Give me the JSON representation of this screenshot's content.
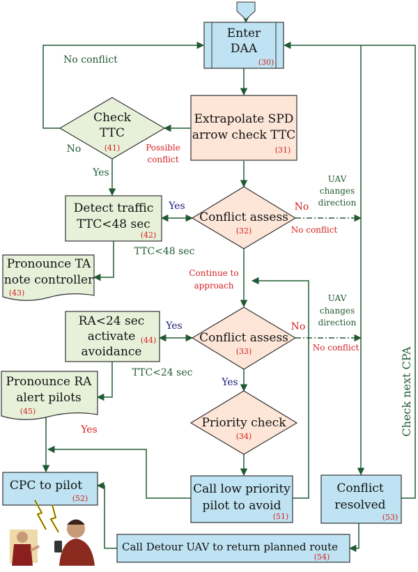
{
  "colors": {
    "arrow": "#1f5a32",
    "blue_fill": "#bfe3f2",
    "peach_fill": "#fde6d8",
    "green_fill": "#e7f1da",
    "red_text": "#d42020"
  },
  "nodes": {
    "enter": {
      "line1": "Enter",
      "line2": "DAA",
      "num": "(30)"
    },
    "extrapolate": {
      "line1": "Extrapolate SPD",
      "line2": "arrow check TTC",
      "num": "(31)"
    },
    "check_ttc": {
      "line1": "Check",
      "line2": "TTC",
      "num": "(41)"
    },
    "conflict_assess_1": {
      "label": "Conflict assess",
      "num": "(32)"
    },
    "detect": {
      "line1": "Detect traffic",
      "line2": "TTC<48 sec",
      "num": "(42)"
    },
    "pronounce_ta": {
      "line1": "Pronounce TA",
      "line2": "note controller",
      "num": "(43)"
    },
    "ra": {
      "line1": "RA<24 sec",
      "line2": "activate",
      "line3": "avoidance",
      "num": "(44)"
    },
    "conflict_assess_2": {
      "label": "Conflict assess",
      "num": "(33)"
    },
    "pronounce_ra": {
      "line1": "Pronounce RA",
      "line2": "alert pilots",
      "num": "(45)"
    },
    "priority": {
      "label": "Priority check",
      "num": "(34)"
    },
    "cpc": {
      "label": "CPC to pilot",
      "num": "(52)"
    },
    "low_priority": {
      "line1": "Call low priority",
      "line2": "pilot to avoid",
      "num": "(51)"
    },
    "resolved": {
      "line1": "Conflict",
      "line2": "resolved",
      "num": "(53)"
    },
    "detour": {
      "label": "Call Detour UAV to return planned route",
      "num": "(54)"
    }
  },
  "edge_labels": {
    "no_conflict_top": "No conflict",
    "no_ttc": "No",
    "possible_1": "Possible",
    "possible_2": "conflict",
    "yes_ttc": "Yes",
    "yes_detect": "Yes",
    "no_assess1": "No",
    "no_conflict_assess1": "No conflict",
    "uav_changes_1": "UAV",
    "uav_changes_2": "changes",
    "uav_changes_3": "direction",
    "ttc48": "TTC<48 sec",
    "continue_1": "Continue to",
    "continue_2": "approach",
    "yes_ra": "Yes",
    "no_assess2": "No",
    "uav2_1": "UAV",
    "uav2_2": "changes",
    "uav2_3": "direction",
    "no_conflict_assess2": "No conflict",
    "ttc24": "TTC<24 sec",
    "yes_priority": "Yes",
    "yes_cpc": "Yes",
    "check_next": "Check next CPA"
  }
}
